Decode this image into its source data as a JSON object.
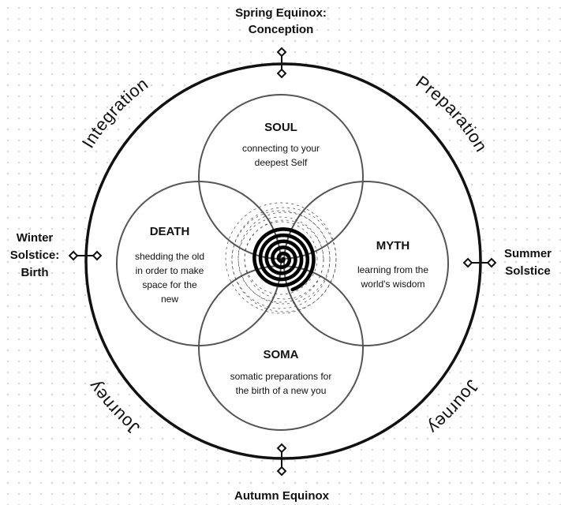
{
  "cardinal_labels": {
    "top": [
      "Spring Equinox:",
      "Conception"
    ],
    "right": [
      "Summer",
      "Solstice"
    ],
    "bottom": [
      "Autumn Equinox"
    ],
    "left": [
      "Winter",
      "Solstice:",
      "Birth"
    ]
  },
  "arc_labels": {
    "top_left": "Integration",
    "top_right": "Preparation",
    "bottom_right": "Journey",
    "bottom_left": "Journey"
  },
  "circles": {
    "soul": {
      "title": "SOUL",
      "lines": [
        "connecting to your",
        "deepest Self"
      ]
    },
    "myth": {
      "title": "MYTH",
      "lines": [
        "learning from the",
        "world's wisdom"
      ]
    },
    "soma": {
      "title": "SOMA",
      "lines": [
        "somatic preparations for",
        "the birth of a new you"
      ]
    },
    "death": {
      "title": "DEATH",
      "lines": [
        "shedding the old",
        "in order to make",
        "space for the",
        "new"
      ]
    }
  },
  "colors": {
    "outer_ring": "#111111",
    "petal_stroke": "#555555",
    "spiral": "#000000"
  },
  "icons": {
    "center": "spiral-icon",
    "markers": "diamond-marker-icon"
  }
}
